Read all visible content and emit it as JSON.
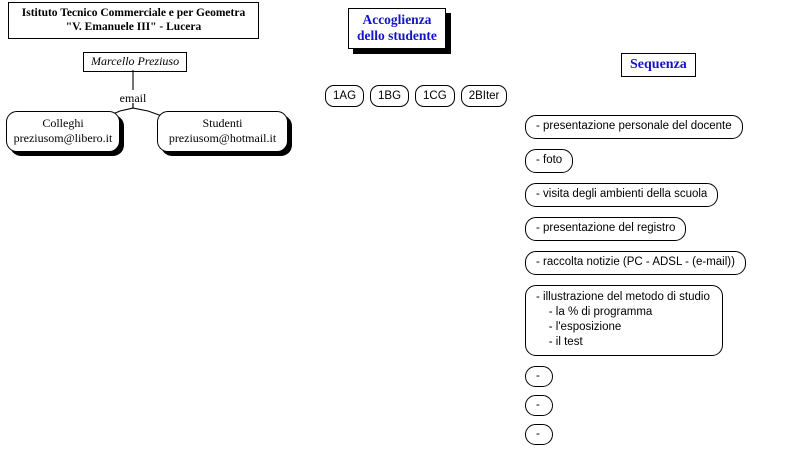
{
  "school": {
    "title_line1": "Istituto Tecnico Commerciale e per Geometra",
    "title_line2": "\"V. Emanuele III\" - Lucera",
    "person": "Marcello Preziuso",
    "link_label": "email",
    "contacts": [
      {
        "name": "Colleghi",
        "address": "preziusom@libero.it"
      },
      {
        "name": "Studenti",
        "address": "preziusom@hotmail.it"
      }
    ]
  },
  "topic": {
    "heading_line1": "Accoglienza",
    "heading_line2": "dello studente",
    "heading_color": "#1414c8",
    "classes": [
      "1AG",
      "1BG",
      "1CG",
      "2BIter"
    ]
  },
  "sequence": {
    "heading": "Sequenza",
    "heading_color": "#1414c8",
    "steps": [
      "- presentazione personale del docente",
      "- foto",
      "- visita degli ambienti della scuola",
      "- presentazione del registro",
      "- raccolta notizie (PC - ADSL - (e-mail))",
      "- illustrazione del metodo di studio\n    - la % di programma\n    - l'esposizione\n    - il test",
      "-",
      "-",
      "-"
    ]
  }
}
